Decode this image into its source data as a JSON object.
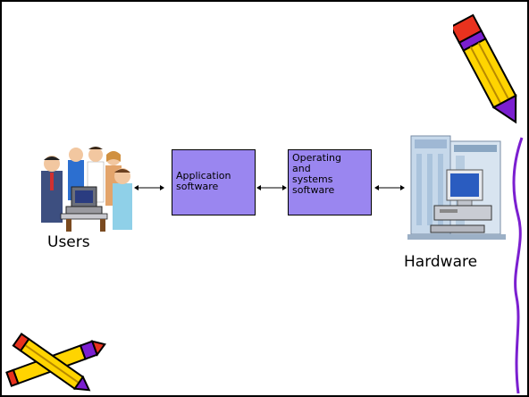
{
  "diagram": {
    "users_label": "Users",
    "application_box": {
      "lines": [
        "Application",
        "software"
      ]
    },
    "os_box": {
      "lines": [
        "Operating",
        "and",
        "systems",
        "software"
      ]
    },
    "hardware_label": "Hardware",
    "arrows": [
      "bidirectional",
      "bidirectional",
      "bidirectional"
    ]
  },
  "decorations": {
    "icons": [
      "people-clipart-icon",
      "computer-tower-icon",
      "pencil-icon",
      "crossed-pencils-icon"
    ],
    "colors": {
      "box_fill": "#9a86f0",
      "pencil_yellow": "#ffd400",
      "pencil_purple": "#7b1fd0",
      "pencil_red": "#e8321e"
    }
  }
}
